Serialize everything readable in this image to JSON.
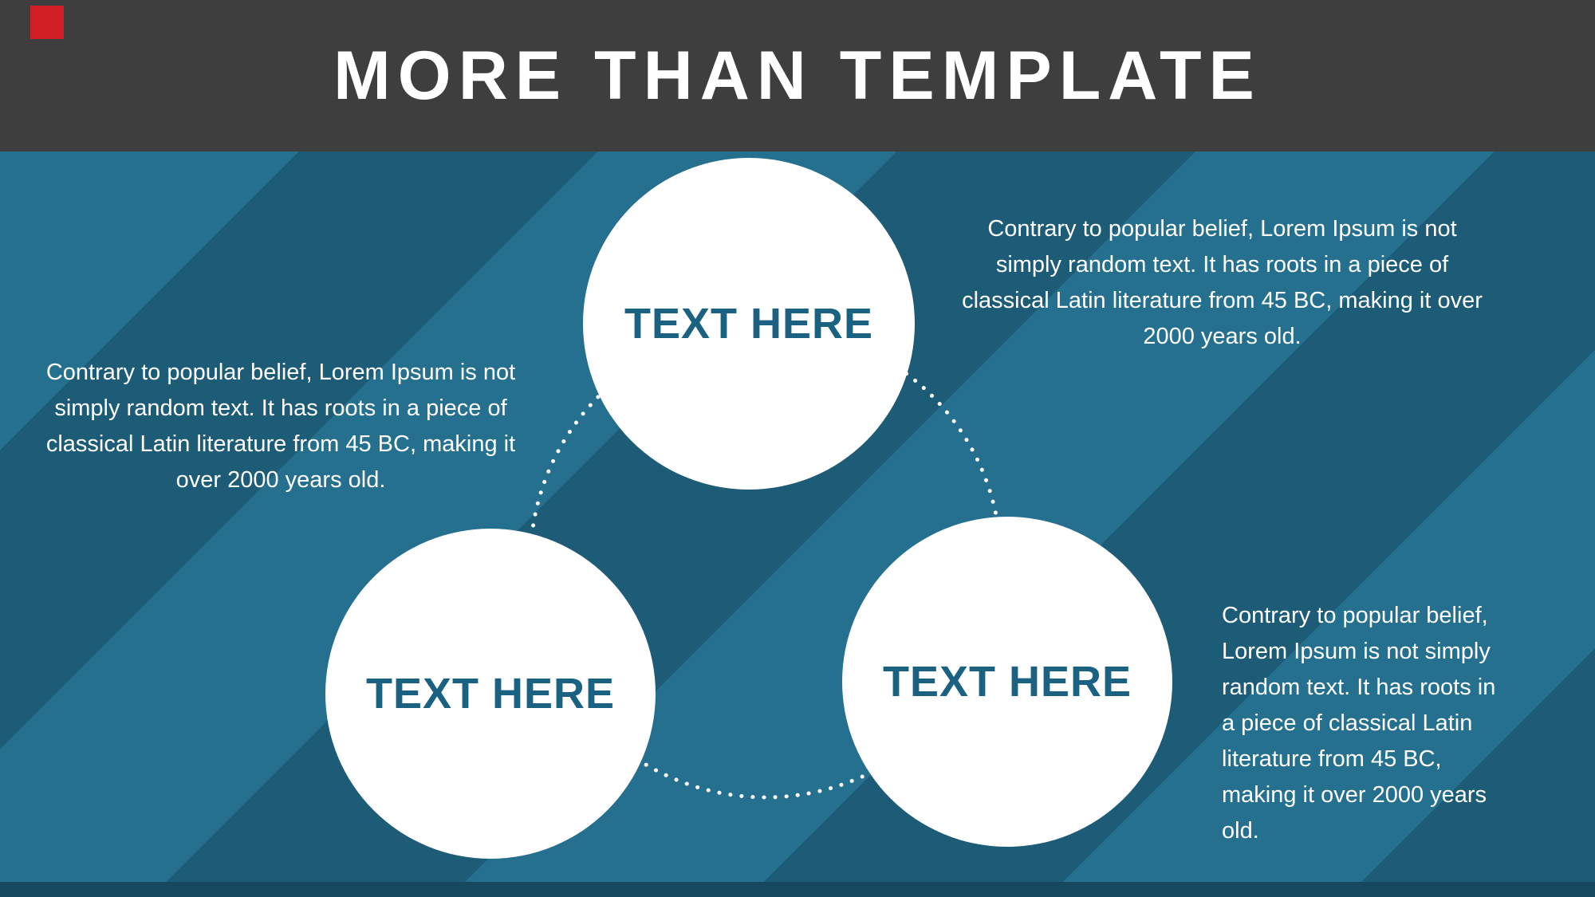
{
  "header": {
    "title": "MORE THAN TEMPLATE",
    "background_color": "#3e3e3e",
    "accent_square_color": "#d21f26",
    "title_color": "#ffffff"
  },
  "canvas": {
    "base_color": "#26708f",
    "stripe_color": "#1e5b76",
    "footer_bar_color": "#16495f"
  },
  "diagram": {
    "type": "cycle",
    "connector": "dotted-ring",
    "node_fill": "#ffffff",
    "node_text_color": "#1b6282",
    "nodes": [
      {
        "id": "top",
        "label": "TEXT HERE"
      },
      {
        "id": "bottom-left",
        "label": "TEXT HERE"
      },
      {
        "id": "bottom-right",
        "label": "TEXT HERE"
      }
    ]
  },
  "paragraphs": {
    "top_right": "Contrary to popular belief, Lorem Ipsum is not simply random text. It has roots in a piece of classical Latin literature from 45 BC, making it over 2000 years old.",
    "middle_left": "Contrary to popular belief, Lorem Ipsum is not simply random text. It has roots in a piece of classical Latin literature from 45 BC, making it over 2000 years old.",
    "bottom_right": "Contrary to popular belief, Lorem Ipsum is not simply random text. It has roots in a piece of classical Latin literature from 45 BC, making it over 2000 years old."
  }
}
